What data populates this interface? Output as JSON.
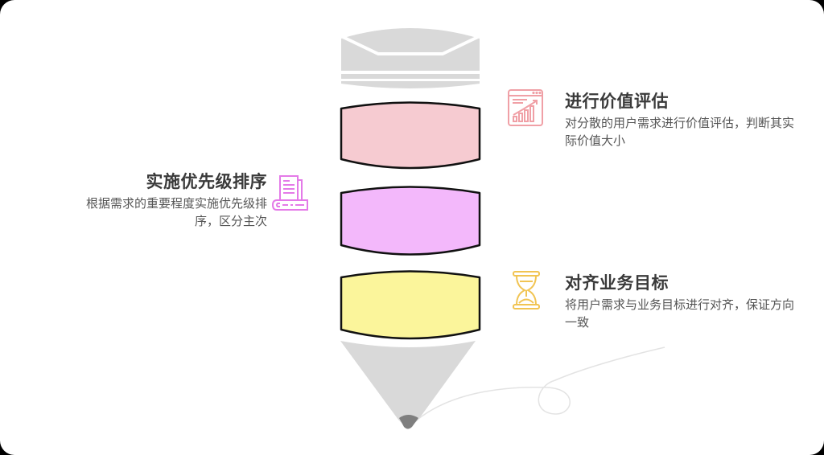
{
  "diagram": {
    "type": "pencil-infographic",
    "colors": {
      "background": "#ffffff",
      "pencil_gray": "#d9d9d9",
      "tip": "#808080",
      "segment_1": "#f6cbd1",
      "segment_2": "#f3b8fb",
      "segment_3": "#fbf59b",
      "outline": "#111111",
      "icon_1": "#f0a0a6",
      "icon_2": "#e47ae8",
      "icon_3": "#f1c453",
      "trail_line": "#e3e3e3"
    },
    "items": [
      {
        "id": "evaluate",
        "side": "right",
        "icon": "chart-growth-icon",
        "title": "进行价值评估",
        "desc": "对分散的用户需求进行价值评估，判断其实际价值大小"
      },
      {
        "id": "prioritize",
        "side": "left",
        "icon": "book-document-icon",
        "title": "实施优先级排序",
        "desc_line1": "根据需求的重要程度实施优先级排",
        "desc_line2": "序，区分主次"
      },
      {
        "id": "align",
        "side": "right",
        "icon": "hourglass-icon",
        "title": "对齐业务目标",
        "desc": "将用户需求与业务目标进行对齐，保证方向一致"
      }
    ]
  }
}
